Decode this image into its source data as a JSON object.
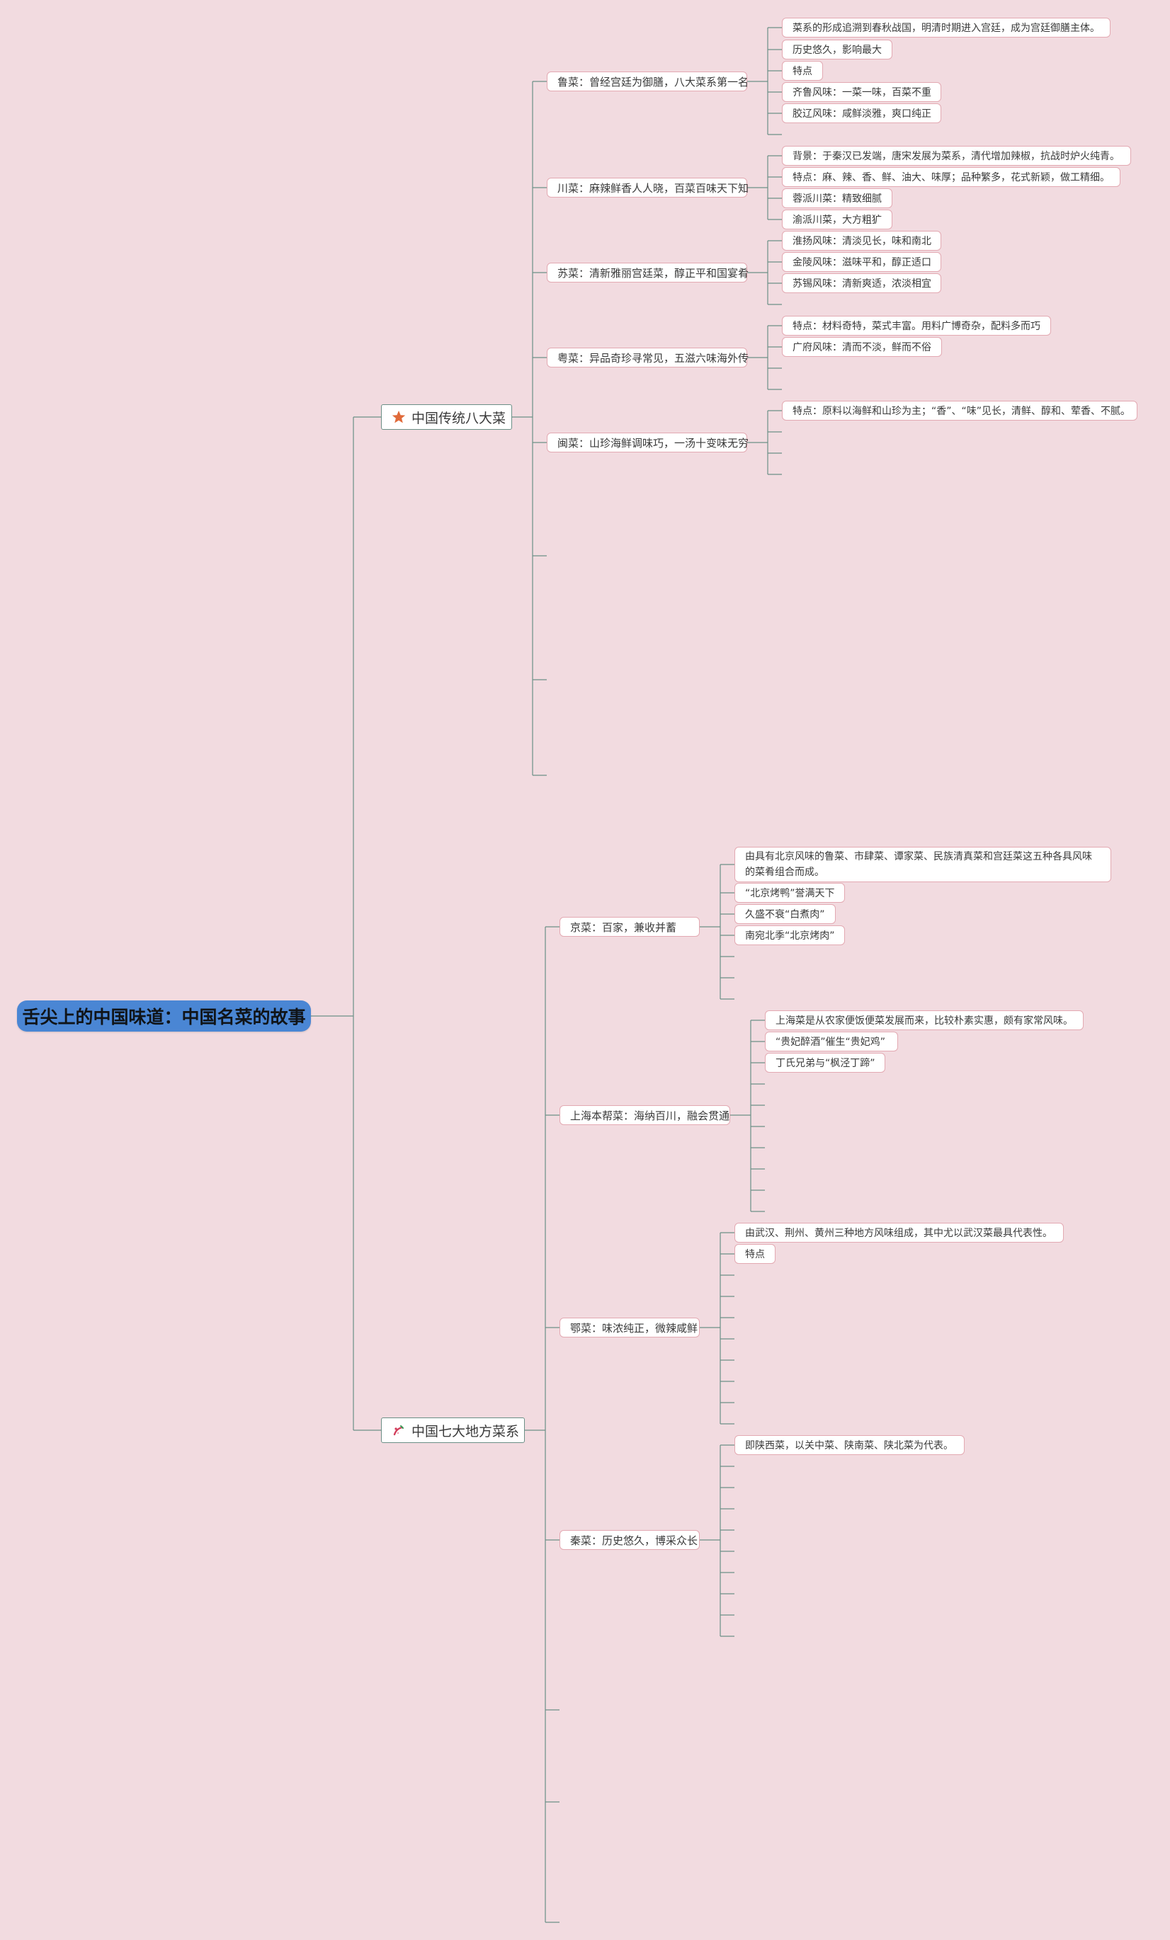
{
  "root": {
    "title": "舌尖上的中国味道：中国名菜的故事"
  },
  "colors": {
    "background": "#f2dbe0",
    "root_fill": "#4a86d4",
    "line": "#6b8f86",
    "node_border": "#e3a9b2",
    "star": "#e06a3a"
  },
  "branches": [
    {
      "label": "中国传统八大菜",
      "icon": "star-icon",
      "children": [
        {
          "label": "鲁菜：曾经宫廷为御膳，八大菜系第一名",
          "children": [
            "菜系的形成追溯到春秋战国，明清时期进入宫廷，成为宫廷御膳主体。",
            "历史悠久，影响最大",
            "特点",
            "齐鲁风味：一菜一味，百菜不重",
            "胶辽风味：咸鲜淡雅，爽口纯正"
          ]
        },
        {
          "label": "川菜：麻辣鲜香人人晓，百菜百味天下知",
          "children": [
            "背景：于秦汉已发端，唐宋发展为菜系，清代增加辣椒，抗战时炉火纯青。",
            "特点：麻、辣、香、鲜、油大、味厚；品种繁多，花式新颖，做工精细。",
            "蓉派川菜：精致细腻",
            "渝派川菜，大方粗犷"
          ]
        },
        {
          "label": "苏菜：清新雅丽宫廷菜，醇正平和国宴肴",
          "children": [
            "淮扬风味：清淡见长，味和南北",
            "金陵风味：滋味平和，醇正适口",
            "苏锡风味：清新爽适，浓淡相宜"
          ]
        },
        {
          "label": "粤菜：异品奇珍寻常见，五滋六味海外传",
          "children": [
            "特点：材料奇特，菜式丰富。用料广博奇杂，配料多而巧",
            "广府风味：清而不淡，鲜而不俗"
          ]
        },
        {
          "label": "闽菜：山珍海鲜调味巧，一汤十变味无穷",
          "children": [
            "特点：原料以海鲜和山珍为主；“香”、“味”见长，清鲜、醇和、荤香、不腻。"
          ]
        }
      ]
    },
    {
      "label": "中国七大地方菜系",
      "icon": "pepper-icon",
      "children": [
        {
          "label": "京菜：百家，兼收并蓄",
          "children": [
            "由具有北京风味的鲁菜、市肆菜、谭家菜、民族清真菜和宫廷菜这五种各具风味的菜肴组合而成。",
            "“北京烤鸭”誉满天下",
            "久盛不衰“白煮肉”",
            "南宛北季“北京烤肉”"
          ]
        },
        {
          "label": "上海本帮菜：海纳百川，融会贯通",
          "children": [
            "上海菜是从农家便饭便菜发展而来，比较朴素实惠，颇有家常风味。",
            "“贵妃醉酒”催生“贵妃鸡”",
            "丁氏兄弟与“枫泾丁蹄”"
          ]
        },
        {
          "label": "鄂菜：味浓纯正，微辣咸鲜",
          "children": [
            "由武汉、荆州、黄州三种地方风味组成，其中尤以武汉菜最具代表性。",
            "特点"
          ]
        },
        {
          "label": "秦菜：历史悠久，博采众长",
          "children": [
            "即陕西菜，以关中菜、陕南菜、陕北菜为代表。"
          ]
        }
      ]
    }
  ]
}
